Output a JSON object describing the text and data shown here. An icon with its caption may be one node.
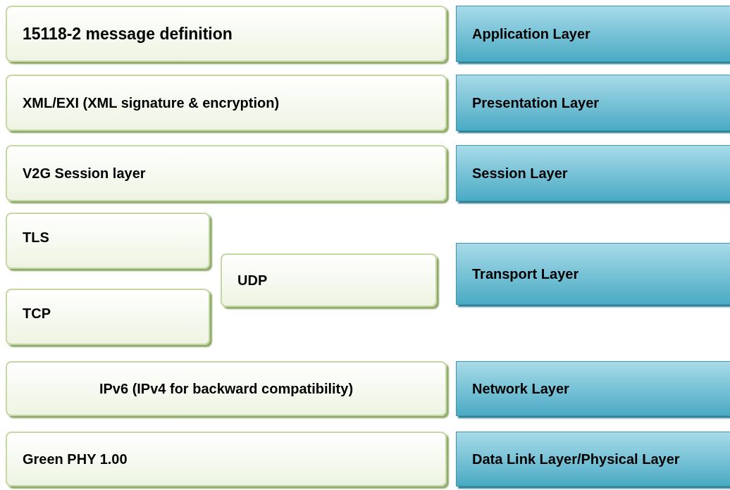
{
  "diagram": {
    "nodes": [
      {
        "text": [
          "15118-2 message definition"
        ]
      },
      {
        "text": [
          "Application Layer"
        ]
      },
      {
        "text": [
          "XML/EXI (XML signature & encryption)"
        ]
      },
      {
        "text": [
          "Presentation Layer"
        ]
      },
      {
        "text": [
          "V2G Session layer"
        ]
      },
      {
        "text": [
          "Session Layer"
        ]
      },
      {
        "text": [
          "TLS"
        ]
      },
      {
        "text": [
          "UDP"
        ]
      },
      {
        "text": [
          "Transport Layer"
        ]
      },
      {
        "text": [
          "TCP"
        ]
      },
      {
        "text": [
          "IPv6 (IPv4 for backward compatibility)"
        ]
      },
      {
        "text": [
          "Network Layer"
        ]
      },
      {
        "text": [
          "Green PHY 1.00"
        ]
      },
      {
        "text": [
          "Data Link Layer/Physical Layer"
        ]
      }
    ],
    "edges": []
  }
}
